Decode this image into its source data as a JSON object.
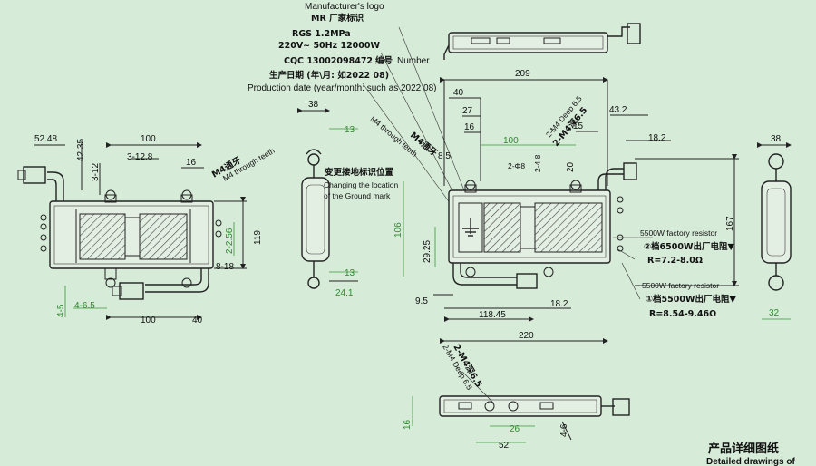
{
  "nameplate": {
    "logo_en": "Manufacturer's logo",
    "logo_cn": "MR  厂家标识",
    "model": "RGS   1.2MPa",
    "rating": "220V~ 50Hz  12000W",
    "cqc": "CQC   13002098472",
    "number_cn": "编号",
    "number_en": "Number",
    "date_cn": "生产日期 (年\\月: 如2022 08)",
    "date_en": "Production date (year/month: such as 2022 08)"
  },
  "notes": {
    "m4_cn": "M4通牙",
    "m4_en": "M4 through teeth",
    "ground_cn": "变更接地标识位置",
    "ground_en1": "Changing the location",
    "ground_en2": "of the Ground mark",
    "res1_en": "5500W factory resistor",
    "res1_cn": "②档6500W出厂电阻▼",
    "res1_val": "R=7.2-8.0Ω",
    "res2_en": "5500W factory resistor",
    "res2_cn": "①档5500W出厂电阻▼",
    "res2_val": "R=8.54-9.46Ω",
    "deep_a_en": "2-M4 Deep 6.5",
    "deep_a_cn": "2-M4深6.5",
    "deep_b_cn": "2-M4深6.5",
    "deep_b_en": "2-M4 Deep 6.5"
  },
  "dims": {
    "d52_48": "52.48",
    "d42_35": "42.35",
    "d100a": "100",
    "d3_12_8": "3-12.8",
    "d3_12": "3-12",
    "d16a": "16",
    "d119": "119",
    "d2_2_56": "2-2.56",
    "d8_18": "8-18",
    "d4_6_5": "4-6.5",
    "d4_5": "4-5",
    "d100b": "100",
    "d40a": "40",
    "d38a": "38",
    "d13a": "13",
    "d13b": "13",
    "d24_1": "24.1",
    "d209": "209",
    "d40b": "40",
    "d27": "27",
    "d16b": "16",
    "d100c": "100",
    "d8_5": "8.5",
    "d2_08": "2-Φ8",
    "d2_4_8": "2-4.8",
    "d15": "15",
    "d43_2": "43.2",
    "d18_2a": "18.2",
    "d20": "20",
    "d106": "106",
    "d29_25": "29.25",
    "d167": "167",
    "d9_5": "9.5",
    "d18_2b": "18.2",
    "d118_45": "118.45",
    "d220": "220",
    "d38b": "38",
    "d32": "32",
    "d16c": "16",
    "d26": "26",
    "d52": "52",
    "d4_6": "4-6"
  },
  "footer": {
    "title_cn": "产品详细图纸",
    "title_en": "Detailed drawings of"
  }
}
